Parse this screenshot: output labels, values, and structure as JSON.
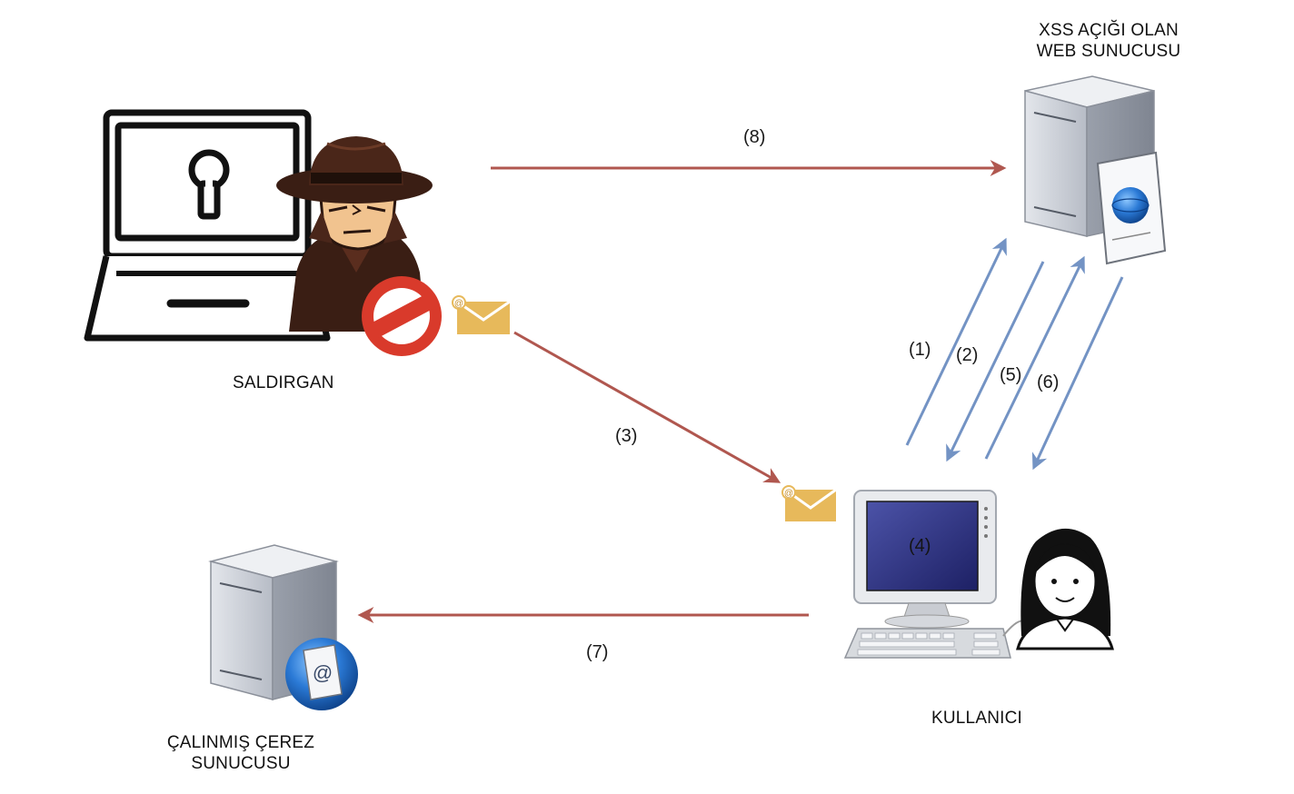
{
  "labels": {
    "server_title_line1": "XSS AÇIĞI OLAN",
    "server_title_line2": "WEB SUNUCUSU",
    "attacker": "SALDIRGAN",
    "user": "KULLANICI",
    "stolen_line1": "ÇALINMIŞ ÇEREZ",
    "stolen_line2": "SUNUCUSU"
  },
  "steps": {
    "s1": "(1)",
    "s2": "(2)",
    "s3": "(3)",
    "s4": "(4)",
    "s5": "(5)",
    "s6": "(6)",
    "s7": "(7)",
    "s8": "(8)"
  },
  "icons": {
    "laptop": "laptop-with-keyhole-icon",
    "attacker": "spy-in-hat-icon",
    "forbidden": "no-entry-icon",
    "email": "email-envelope-icon",
    "web_server": "web-server-icon",
    "desktop": "desktop-computer-icon",
    "user": "woman-user-icon",
    "cookie_server": "mail-server-icon"
  },
  "colors": {
    "attack_arrow": "#b0574f",
    "http_arrow": "#7393c4",
    "envelope": "#e7b95b",
    "forbidden": "#d93a2b",
    "server_body": "#cfd3da",
    "screen": "#2a2e75"
  }
}
